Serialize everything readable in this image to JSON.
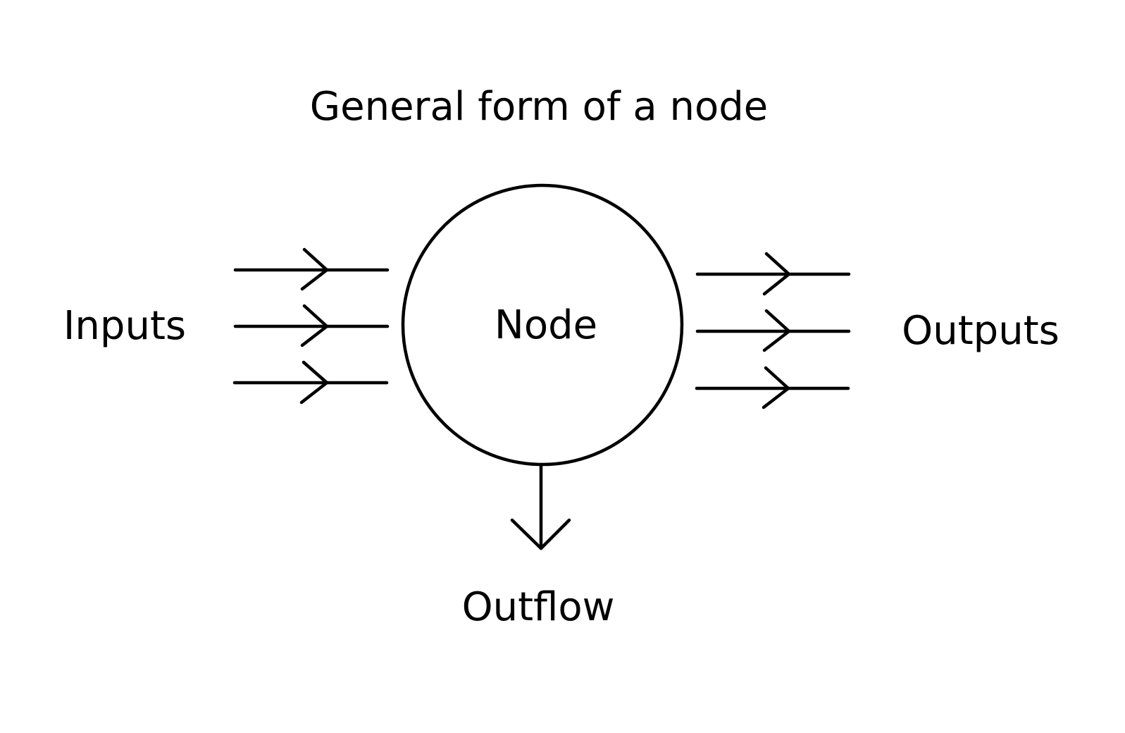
{
  "diagram": {
    "title": "General form of a node",
    "node_label": "Node",
    "inputs_label": "Inputs",
    "outputs_label": "Outputs",
    "outflow_label": "Outflow",
    "input_arrow_count": 3,
    "output_arrow_count": 3,
    "outflow_arrow_count": 1,
    "stroke_color": "#000000",
    "background_color": "#ffffff"
  }
}
